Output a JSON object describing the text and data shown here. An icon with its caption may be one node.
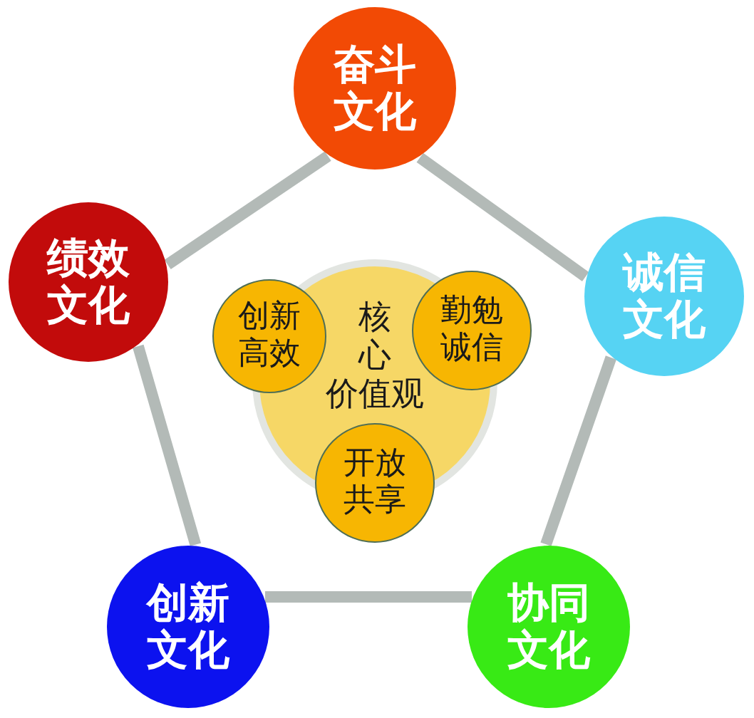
{
  "diagram": {
    "nodes": [
      {
        "text": [
          "奋斗文化"
        ]
      },
      {
        "text": [
          "绩效文化"
        ]
      },
      {
        "text": [
          "诚信文化"
        ]
      },
      {
        "text": [
          "创新文化"
        ]
      },
      {
        "text": [
          "协同文化"
        ]
      },
      {
        "text": [
          "核心价值观"
        ]
      },
      {
        "text": [
          "创新高效"
        ]
      },
      {
        "text": [
          "勤勉诚信"
        ]
      },
      {
        "text": [
          "开放共享"
        ]
      }
    ],
    "edges": [
      {
        "from": 0,
        "to": 1,
        "arrow": "none"
      },
      {
        "from": 0,
        "to": 2,
        "arrow": "none"
      },
      {
        "from": 1,
        "to": 3,
        "arrow": "none"
      },
      {
        "from": 2,
        "to": 4,
        "arrow": "none"
      },
      {
        "from": 3,
        "to": 4,
        "arrow": "none"
      }
    ]
  }
}
